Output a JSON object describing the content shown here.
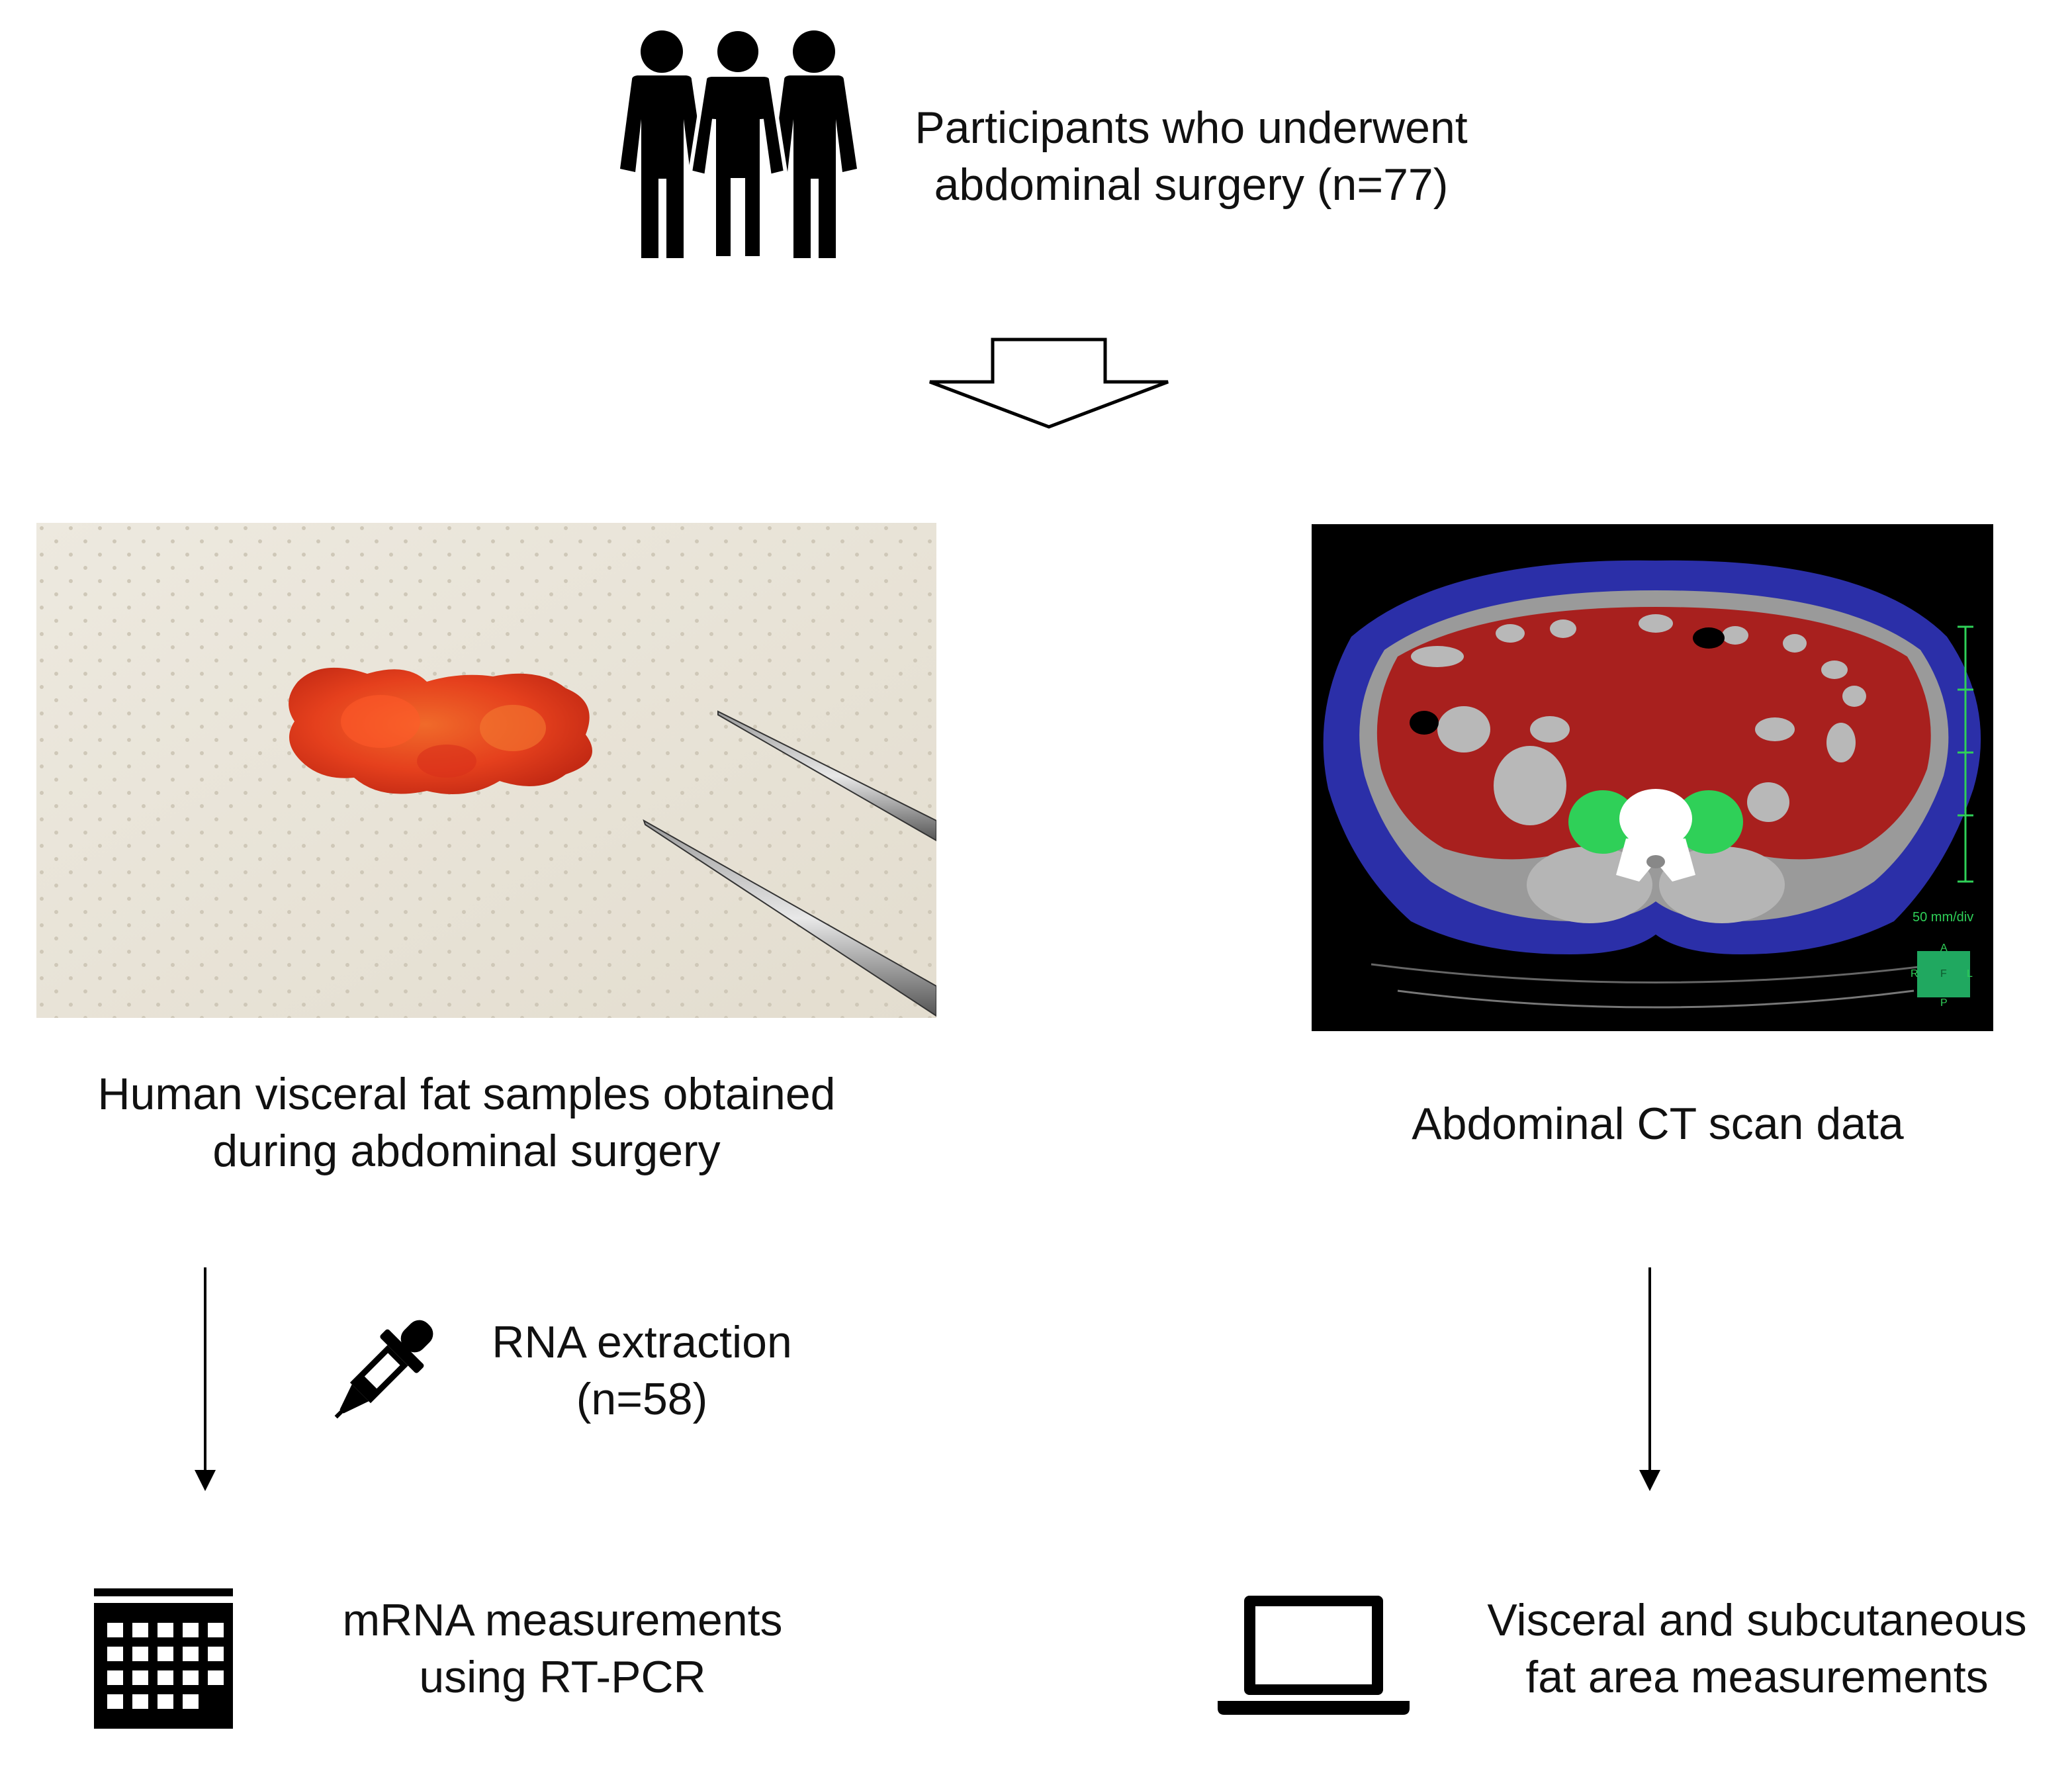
{
  "participants": {
    "line1": "Participants who underwent",
    "line2": "abdominal surgery (n=77)",
    "icon": "people-group-icon"
  },
  "left_branch": {
    "caption_line1": "Human visceral fat samples obtained",
    "caption_line2": "during abdominal surgery",
    "photo": "visceral-fat-sample-photo",
    "step_line1": "RNA extraction",
    "step_line2": "(n=58)",
    "step_icon": "dropper-icon",
    "result_line1": "mRNA measurements",
    "result_line2": "using RT-PCR",
    "result_icon": "plate-grid-icon"
  },
  "right_branch": {
    "caption": "Abdominal CT scan data",
    "image": "abdominal-ct-scan-image",
    "ct_scale_label": "50 mm/div",
    "ct_orient_top": "A",
    "ct_orient_left": "R",
    "ct_orient_center": "F",
    "ct_orient_right": "L",
    "ct_orient_bottom": "P",
    "result_line1": "Visceral and subcutaneous",
    "result_line2": "fat area measurements",
    "result_icon": "laptop-icon"
  },
  "colors": {
    "subcutaneous_fat": "#2b2fa8",
    "visceral_fat": "#a8201e",
    "muscle": "#2fd058",
    "fat_sample": "#e8401c",
    "background_cloth": "#e9e4d8"
  }
}
